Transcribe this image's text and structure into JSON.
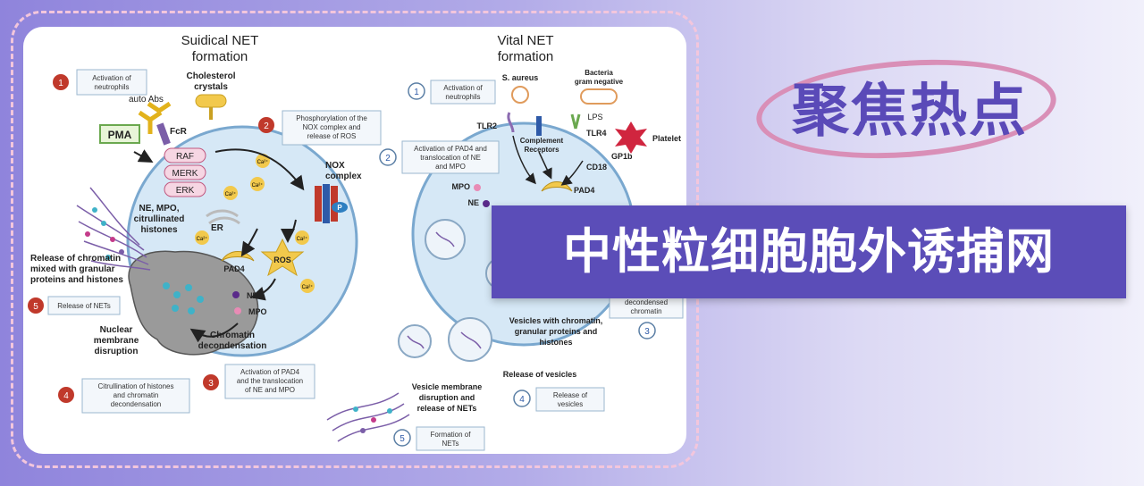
{
  "header": {
    "title": "聚焦热点"
  },
  "banner": {
    "text": "中性粒细胞胞外诱捕网"
  },
  "diagram": {
    "suicidal": {
      "title_line1": "Suidical NET",
      "title_line2": "formation",
      "steps": [
        {
          "num": "1",
          "lines": [
            "Activation of",
            "neutrophils"
          ]
        },
        {
          "num": "2",
          "lines": [
            "Phosphorylation of the",
            "NOX complex and",
            "release of ROS"
          ]
        },
        {
          "num": "3",
          "lines": [
            "Activation of PAD4",
            "and the translocation",
            "of NE and MPO"
          ]
        },
        {
          "num": "4",
          "lines": [
            "Citrullination of histones",
            "and chromatin",
            "decondensation"
          ]
        },
        {
          "num": "5",
          "lines": [
            "Release of NETs"
          ]
        }
      ],
      "labels": {
        "auto_abs": "auto Abs",
        "cholesterol_1": "Cholesterol",
        "cholesterol_2": "crystals",
        "pma": "PMA",
        "fcr": "FcR",
        "raf": "RAF",
        "merk": "MERK",
        "erk": "ERK",
        "nox_1": "NOX",
        "nox_2": "complex",
        "p": "P",
        "ca": "Ca²⁺",
        "er": "ER",
        "pad4": "PAD4",
        "ros": "ROS",
        "ne": "NE",
        "mpo": "MPO",
        "ne_mpo_1": "NE, MPO,",
        "ne_mpo_2": "citrullinated",
        "ne_mpo_3": "histones",
        "release_1": "Release of chromatin",
        "release_2": "mixed with granular",
        "release_3": "proteins and histones",
        "nuclear_1": "Nuclear",
        "nuclear_2": "membrane",
        "nuclear_3": "disruption",
        "chromatin_1": "Chromatin",
        "chromatin_2": "decondensation"
      }
    },
    "vital": {
      "title_line1": "Vital NET",
      "title_line2": "formation",
      "steps": [
        {
          "num": "1",
          "lines": [
            "Activation of",
            "neutrophils"
          ]
        },
        {
          "num": "2",
          "lines": [
            "Activation of PAD4 and",
            "translocation of NE",
            "and MPO"
          ]
        },
        {
          "num": "3",
          "lines": [
            "decondensed",
            "chromatin"
          ]
        },
        {
          "num": "4",
          "lines": [
            "Release of",
            "vesicles"
          ]
        },
        {
          "num": "5",
          "lines": [
            "Formation of",
            "NETs"
          ]
        }
      ],
      "labels": {
        "s_aureus": "S. aureus",
        "bacteria_1": "Bacteria",
        "bacteria_2": "gram negative",
        "tlr2": "TLR2",
        "lps": "LPS",
        "tlr4": "TLR4",
        "platelet": "Platelet",
        "complement_1": "Complement",
        "complement_2": "Receptors",
        "gp1b": "GP1b",
        "cd18": "CD18",
        "pad4": "PAD4",
        "mpo": "MPO",
        "ne": "NE",
        "vesicles_1": "Vesicles with chromatin,",
        "vesicles_2": "granular proteins and",
        "vesicles_3": "histones",
        "release_vesicles": "Release of vesicles",
        "vm_1": "Vesicle membrane",
        "vm_2": "disruption and",
        "vm_3": "release of NETs"
      }
    }
  }
}
